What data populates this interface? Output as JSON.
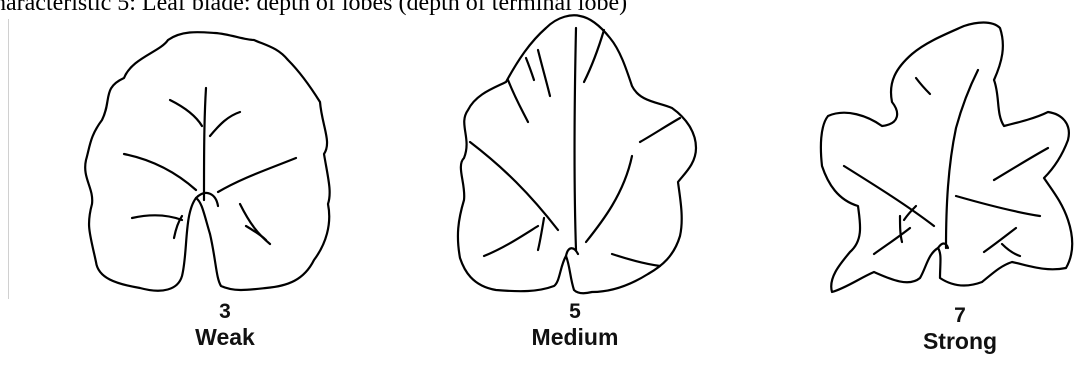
{
  "header": {
    "text": "haracteristic 5: Leaf blade: depth of lobes (depth of terminal lobe)"
  },
  "leaves": [
    {
      "number": "3",
      "label": "Weak"
    },
    {
      "number": "5",
      "label": "Medium"
    },
    {
      "number": "7",
      "label": "Strong"
    }
  ]
}
